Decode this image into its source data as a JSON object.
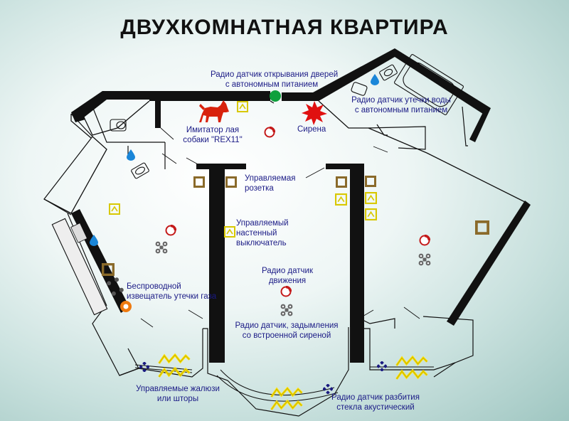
{
  "title": "ДВУХКОМНАТНАЯ КВАРТИРА",
  "labels": {
    "door_sensor": [
      "Радио датчик открывания дверей",
      "с автономным питанием"
    ],
    "water_sensor": [
      "Радио датчик утечки воды",
      "с автономным питанием"
    ],
    "dog_imitator": [
      "Имитатор лая",
      "собаки \"REX11\""
    ],
    "siren": "Сирена",
    "socket": [
      "Управляемая",
      "розетка"
    ],
    "wall_switch": [
      "Управляемый",
      "настенный",
      "выключатель"
    ],
    "motion_sensor": [
      "Радио датчик",
      "движения"
    ],
    "gas_sensor": [
      "Беспроводной",
      "извещатель утечки газа"
    ],
    "smoke_sensor": [
      "Радио датчик, задымления",
      "со встроенной сиреной"
    ],
    "blinds": [
      "Управляемые жалюзи",
      "или шторы"
    ],
    "glass_break": [
      "Радио датчик разбития",
      "стекла акустический"
    ]
  },
  "colors": {
    "wall": "#111111",
    "label_text": "#1b1b86",
    "switch": "#d8c800",
    "socket": "#8a6a2a",
    "motion": "#c41a1a",
    "water": "#1a86d8",
    "door_sensor": "#0ea03c",
    "siren": "#e01010",
    "dog": "#d8220c",
    "gas": "#ee7a10",
    "glass": "#1a1a80"
  }
}
